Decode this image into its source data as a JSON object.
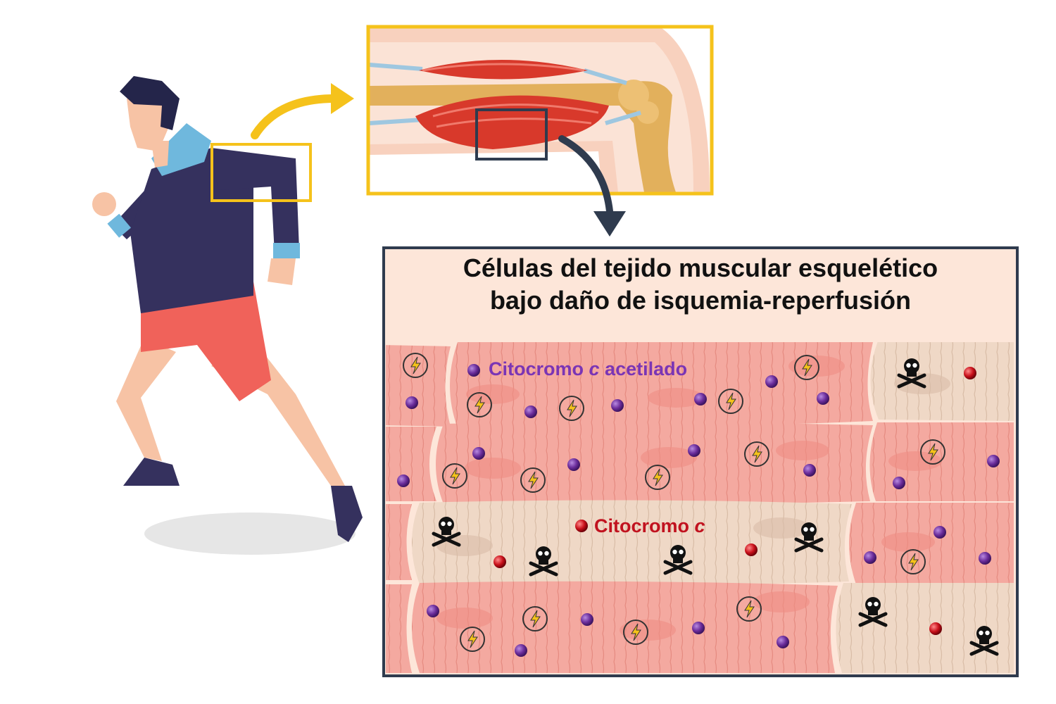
{
  "title": {
    "line1": "Células del tejido muscular esquelético",
    "line2": "bajo daño de isquemia-reperfusión"
  },
  "legend": {
    "acetylated": {
      "prefix": "Citocromo ",
      "italic": "c",
      "suffix": " acetilado"
    },
    "cytochrome": {
      "prefix": "Citocromo ",
      "italic": "c"
    }
  },
  "colors": {
    "accent_yellow": "#F5C21B",
    "frame_dark": "#2F3B4E",
    "acetylated_purple": "#6A2C9A",
    "cytochrome_red": "#C8101A",
    "label_purple": "#7A35B5",
    "label_red": "#C1121F",
    "healthy_fiber": "#F4A9A0",
    "dead_fiber": "#EFD8C6",
    "hoodie": "#35315E",
    "shorts": "#F0625A",
    "skin": "#F7C3A5"
  },
  "icons": {
    "energy": "lightning-bolt-icon",
    "death": "skull-crossbones-icon"
  }
}
